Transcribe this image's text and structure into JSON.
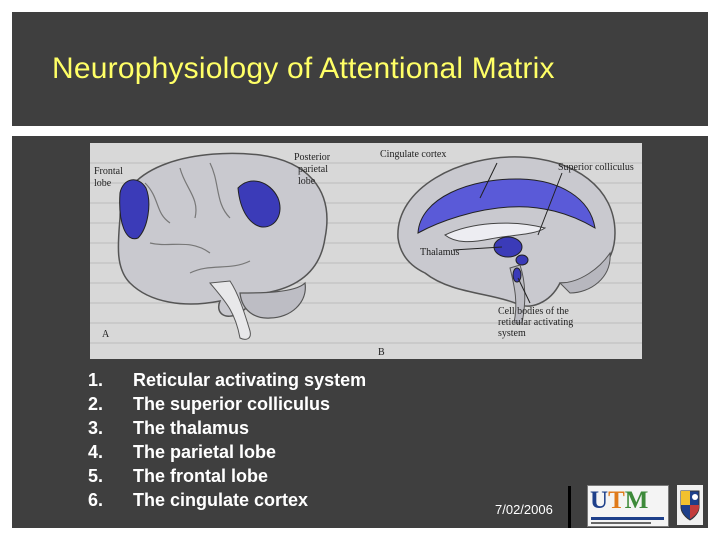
{
  "slide": {
    "title": "Neurophysiology of Attentional Matrix",
    "date": "7/02/2006"
  },
  "figure": {
    "panel_a": {
      "letter": "A",
      "labels": {
        "frontal_1": "Frontal",
        "frontal_2": "lobe",
        "posterior_1": "Posterior",
        "posterior_2": "parietal",
        "posterior_3": "lobe"
      }
    },
    "panel_b": {
      "letter": "B",
      "labels": {
        "cingulate": "Cingulate cortex",
        "superior_1": "Superior colliculus",
        "thalamus": "Thalamus",
        "cell_1": "Cell bodies of the",
        "cell_2": "reticular activating",
        "cell_3": "system"
      }
    }
  },
  "list": [
    {
      "num": "1.",
      "text": "Reticular activating system"
    },
    {
      "num": "2.",
      "text": "The superior colliculus"
    },
    {
      "num": "3.",
      "text": "The thalamus"
    },
    {
      "num": "4.",
      "text": "The parietal lobe"
    },
    {
      "num": "5.",
      "text": "The frontal lobe"
    },
    {
      "num": "6.",
      "text": "The cingulate cortex"
    }
  ],
  "logo": {
    "u": "U",
    "t": "T",
    "m": "M",
    "colors": {
      "blue": "#1d3f8a",
      "orange": "#e07a1a",
      "green": "#3d8a3a"
    }
  },
  "colors": {
    "background": "#ffffff",
    "panel": "#3f3f3f",
    "title": "#ffff66",
    "text": "#ffffff",
    "highlight": "#5a5ad8"
  }
}
